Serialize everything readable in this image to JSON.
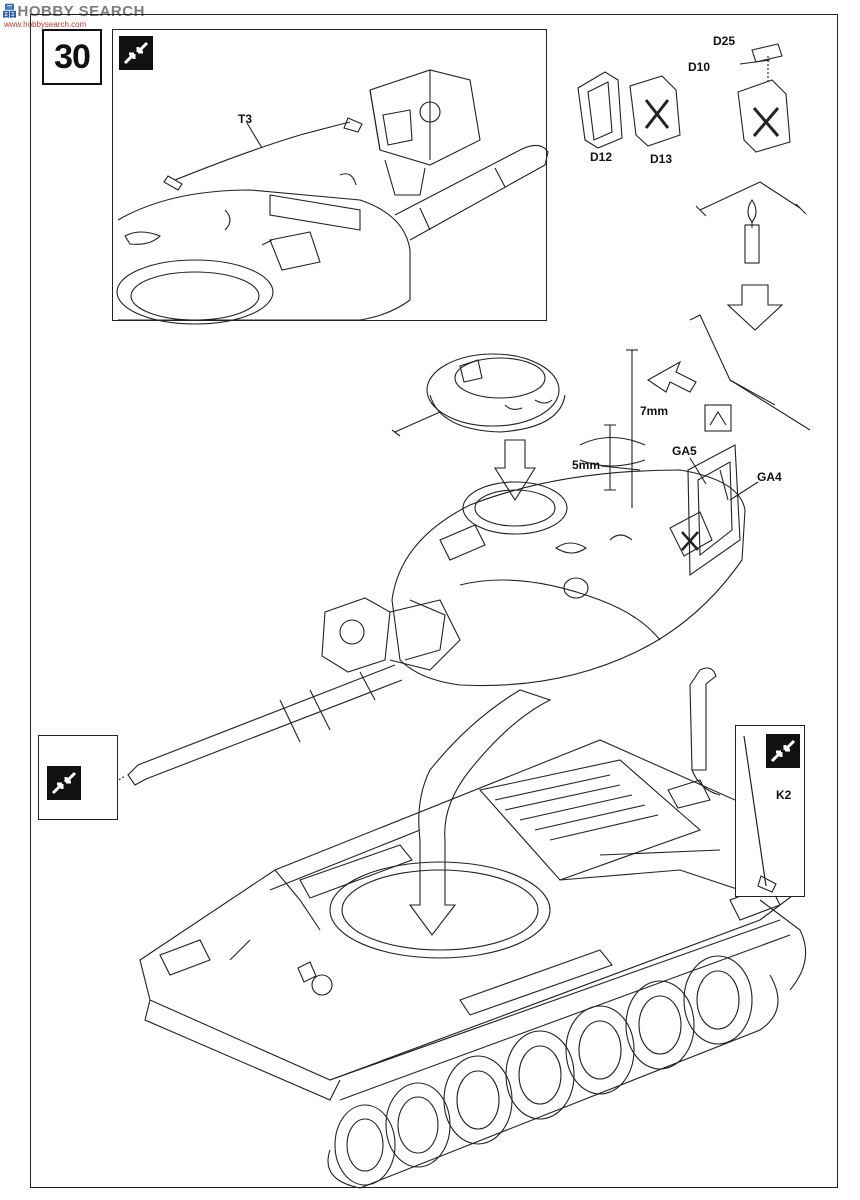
{
  "watermark": {
    "text_cn": "晶",
    "text_main": "HOBBY SEARCH",
    "sub": "www.hobbysearch.com"
  },
  "step": {
    "number": "30"
  },
  "icons": {
    "assemble": "assemble-arrows-icon",
    "heat": "candle-flame-icon",
    "cut": "side-cutter-icon",
    "down_arrow": "down-arrow-icon"
  },
  "parts": {
    "t3": "T3",
    "d25": "D25",
    "d10": "D10",
    "d12": "D12",
    "d13": "D13",
    "ga5": "GA5",
    "ga4": "GA4",
    "k2": "K2"
  },
  "measurements": {
    "seven_mm": "7mm",
    "five_mm": "5mm"
  }
}
